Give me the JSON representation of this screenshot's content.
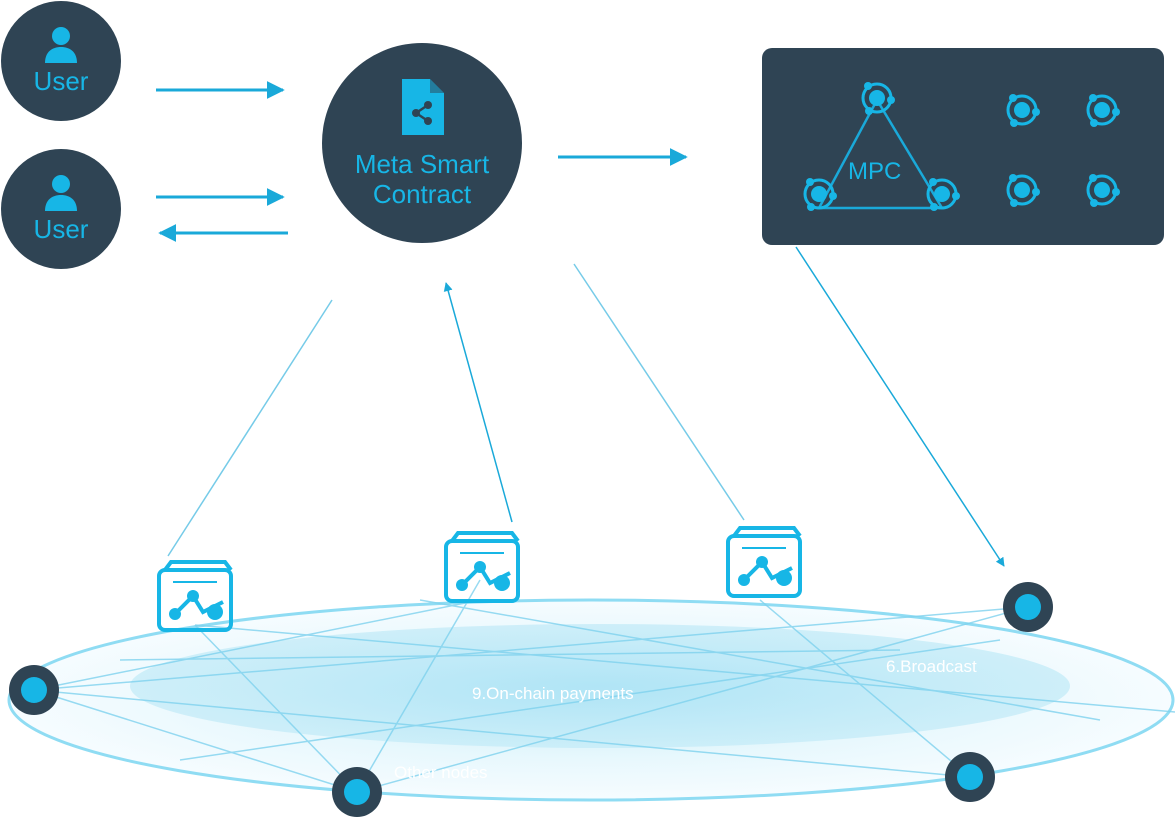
{
  "users": [
    {
      "label": "User",
      "icon": "user-icon"
    },
    {
      "label": "User",
      "icon": "user-icon"
    }
  ],
  "contract": {
    "line1": "Meta Smart",
    "line2": "Contract",
    "icon": "document-share-icon"
  },
  "mpc": {
    "label": "MPC",
    "icon": "node-icon"
  },
  "labels": {
    "broadcast": "6.Broadcast",
    "payments": "9.On-chain payments",
    "other_nodes": "Other nodes"
  },
  "colors": {
    "dark": "#2f4454",
    "accent": "#17b6e6",
    "arrow": "#1aa9d9",
    "ring": "#8fdcf3"
  }
}
